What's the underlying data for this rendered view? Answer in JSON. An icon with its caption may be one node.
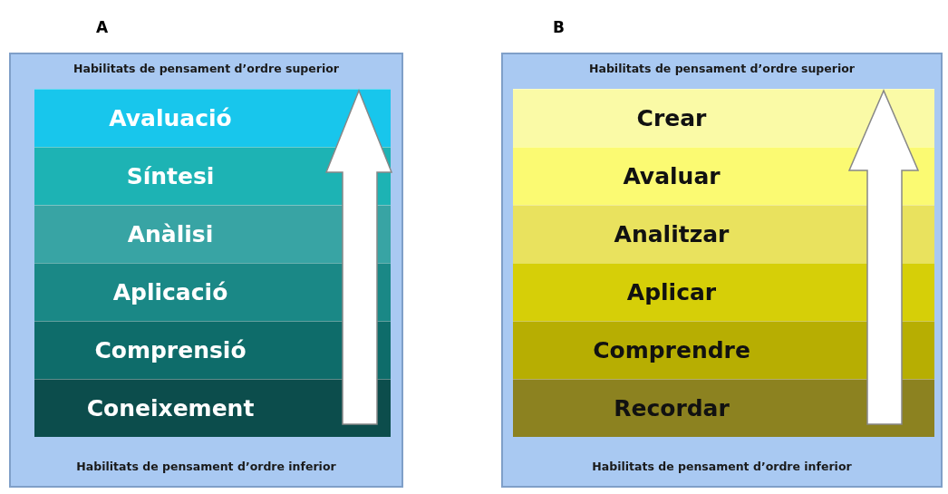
{
  "diagram": {
    "nodes": [
      {
        "text": [
          "Habilitats de pensament d’ordre superior",
          "Habilitats de pensament d’ordre inferior"
        ]
      },
      {
        "text": [
          "Avaluació"
        ],
        "in": 0
      },
      {
        "text": [
          "Síntesi"
        ],
        "in": 0
      },
      {
        "text": [
          "Anàlisi"
        ],
        "in": 0
      },
      {
        "text": [
          "Aplicació"
        ],
        "in": 0
      },
      {
        "text": [
          "Comprensió"
        ],
        "in": 0
      },
      {
        "text": [
          "Coneixement"
        ],
        "in": 0
      },
      {
        "text": [
          "Habilitats de pensament d’ordre superior",
          "Habilitats de pensament d’ordre inferior"
        ]
      },
      {
        "text": [
          "Crear"
        ],
        "in": 7
      },
      {
        "text": [
          "Avaluar"
        ],
        "in": 7
      },
      {
        "text": [
          "Analitzar"
        ],
        "in": 7
      },
      {
        "text": [
          "Aplicar"
        ],
        "in": 7
      },
      {
        "text": [
          "Comprendre"
        ],
        "in": 7
      },
      {
        "text": [
          "Recordar"
        ],
        "in": 7
      }
    ],
    "edges": [
      {
        "from": 6,
        "to": 1,
        "arrow": "to"
      },
      {
        "from": 13,
        "to": 8,
        "arrow": "to"
      }
    ],
    "labels": [
      "A",
      "B"
    ]
  }
}
